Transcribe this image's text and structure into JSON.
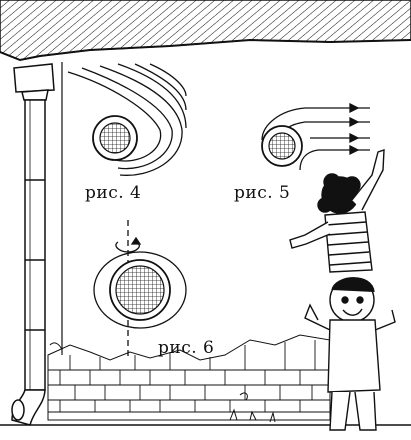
{
  "figures": [
    {
      "id": "fig4",
      "label": "рис. 4"
    },
    {
      "id": "fig5",
      "label": "рис. 5"
    },
    {
      "id": "fig6",
      "label": "рис. 6"
    }
  ],
  "colors": {
    "ink": "#111111",
    "paper": "#ffffff"
  },
  "icons": [
    "downspout-icon",
    "roof-icon",
    "brick-wall-icon",
    "children-icon",
    "rotation-axis-icon"
  ]
}
